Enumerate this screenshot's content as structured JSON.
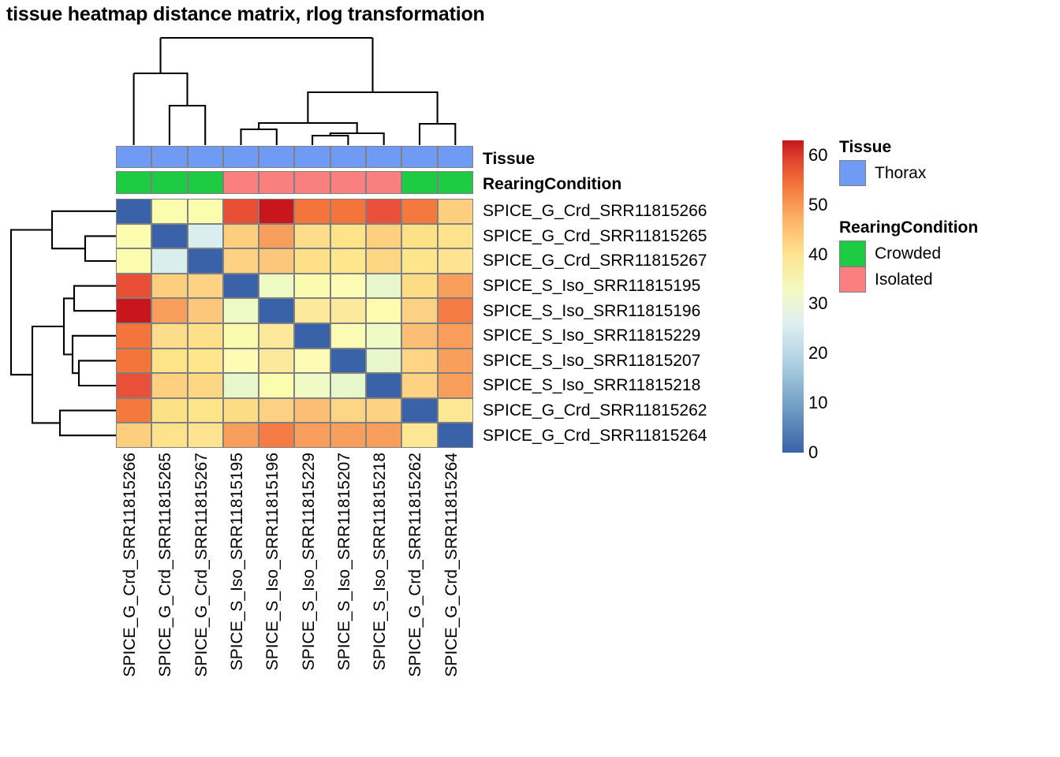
{
  "title": "tissue heatmap distance matrix, rlog transformation",
  "chart_data": {
    "type": "heatmap",
    "title": "tissue heatmap distance matrix, rlog transformation",
    "xlabel": "",
    "ylabel": "",
    "grid": false,
    "legend_position": "right",
    "colorbar": {
      "label": "",
      "min": 0,
      "max": 63,
      "ticks": [
        0,
        10,
        20,
        30,
        40,
        50,
        60
      ],
      "tick_labels": [
        "0",
        "10",
        "20",
        "30",
        "40",
        "50",
        "60"
      ],
      "colormap": "RdYlBu reversed",
      "stops": [
        {
          "value": 0,
          "color": "#3a62a8"
        },
        {
          "value": 9,
          "color": "#6f9dc4"
        },
        {
          "value": 18,
          "color": "#aed0e3"
        },
        {
          "value": 26,
          "color": "#dfeff0"
        },
        {
          "value": 33,
          "color": "#f3fac0"
        },
        {
          "value": 40,
          "color": "#fee390"
        },
        {
          "value": 47,
          "color": "#fdb366"
        },
        {
          "value": 54,
          "color": "#f4743b"
        },
        {
          "value": 60,
          "color": "#dc3b2b"
        },
        {
          "value": 63,
          "color": "#c4161c"
        }
      ]
    },
    "row_labels": [
      "SPICE_G_Crd_SRR11815266",
      "SPICE_G_Crd_SRR11815265",
      "SPICE_G_Crd_SRR11815267",
      "SPICE_S_Iso_SRR11815195",
      "SPICE_S_Iso_SRR11815196",
      "SPICE_S_Iso_SRR11815229",
      "SPICE_S_Iso_SRR11815207",
      "SPICE_S_Iso_SRR11815218",
      "SPICE_G_Crd_SRR11815262",
      "SPICE_G_Crd_SRR11815264"
    ],
    "col_labels": [
      "SPICE_G_Crd_SRR11815266",
      "SPICE_G_Crd_SRR11815265",
      "SPICE_G_Crd_SRR11815267",
      "SPICE_S_Iso_SRR11815195",
      "SPICE_S_Iso_SRR11815196",
      "SPICE_S_Iso_SRR11815229",
      "SPICE_S_Iso_SRR11815207",
      "SPICE_S_Iso_SRR11815218",
      "SPICE_G_Crd_SRR11815262",
      "SPICE_G_Crd_SRR11815264"
    ],
    "values": [
      [
        0,
        33,
        33,
        56,
        62,
        52,
        52,
        55,
        52,
        45
      ],
      [
        33,
        0,
        25,
        45,
        48,
        44,
        42,
        45,
        44,
        42
      ],
      [
        33,
        25,
        0,
        45,
        46,
        43,
        42,
        44,
        43,
        42
      ],
      [
        56,
        45,
        45,
        0,
        34,
        33,
        33,
        32,
        44,
        49
      ],
      [
        62,
        48,
        46,
        34,
        0,
        40,
        40,
        38,
        45,
        51
      ],
      [
        52,
        44,
        43,
        33,
        40,
        0,
        35,
        34,
        47,
        49
      ],
      [
        52,
        42,
        42,
        33,
        40,
        35,
        0,
        32,
        44,
        48
      ],
      [
        55,
        45,
        44,
        32,
        38,
        34,
        32,
        0,
        45,
        49
      ],
      [
        52,
        44,
        43,
        44,
        45,
        47,
        44,
        45,
        0,
        41
      ],
      [
        45,
        42,
        42,
        49,
        51,
        49,
        48,
        49,
        41,
        0
      ]
    ],
    "cell_colors": [
      [
        "#3a62a8",
        "#fcfcae",
        "#fcfcae",
        "#e84f35",
        "#c8161c",
        "#f5743c",
        "#f4743b",
        "#e8503a",
        "#f4793f",
        "#fcce7d"
      ],
      [
        "#fcfcae",
        "#3a62a8",
        "#daeeee",
        "#fcce7e",
        "#f89e5c",
        "#fddd8b",
        "#fde489",
        "#fcd07e",
        "#fde187",
        "#fee28c"
      ],
      [
        "#fcfcae",
        "#daeeee",
        "#3a62a8",
        "#fdd383",
        "#fcc77a",
        "#fde088",
        "#fde68c",
        "#fcd683",
        "#fde58b",
        "#fee490"
      ],
      [
        "#e84f35",
        "#fcce7e",
        "#fdd383",
        "#3a62a8",
        "#eefac3",
        "#fbfbb0",
        "#fcfcb4",
        "#e7f7cb",
        "#fddc86",
        "#f89e5d"
      ],
      [
        "#c8161c",
        "#f89e5c",
        "#fcc77a",
        "#eefac3",
        "#3a62a8",
        "#fce99b",
        "#fce99b",
        "#fcfcae",
        "#fdd183",
        "#f57d45"
      ],
      [
        "#f5743c",
        "#fddd8b",
        "#fde088",
        "#fbfbb0",
        "#fce99b",
        "#3a62a8",
        "#fbfbb5",
        "#effac5",
        "#fcbd74",
        "#f89d5b"
      ],
      [
        "#f4743b",
        "#fde489",
        "#fde68c",
        "#fcfcb4",
        "#fce99b",
        "#fbfbb5",
        "#3a62a8",
        "#e7f7cb",
        "#fdd584",
        "#f99f5e"
      ],
      [
        "#e8503a",
        "#fcd07e",
        "#fcd683",
        "#e7f7cb",
        "#fcfcae",
        "#effac5",
        "#e7f7cb",
        "#3a62a8",
        "#fdd383",
        "#f89e5c"
      ],
      [
        "#f4793f",
        "#fde187",
        "#fde58b",
        "#fddc86",
        "#fdd183",
        "#fcbd74",
        "#fdd584",
        "#fdd383",
        "#3a62a8",
        "#fce795"
      ],
      [
        "#fcce7d",
        "#fee28c",
        "#fee490",
        "#f89e5d",
        "#f57d45",
        "#f89d5b",
        "#f99f5e",
        "#f89e5c",
        "#fce795",
        "#3a62a8"
      ]
    ],
    "annotations": {
      "tissue": {
        "title": "Tissue",
        "values": [
          "Thorax",
          "Thorax",
          "Thorax",
          "Thorax",
          "Thorax",
          "Thorax",
          "Thorax",
          "Thorax",
          "Thorax",
          "Thorax"
        ],
        "colors": [
          "#709bf5",
          "#709bf5",
          "#709bf5",
          "#709bf5",
          "#709bf5",
          "#709bf5",
          "#709bf5",
          "#709bf5",
          "#709bf5",
          "#709bf5"
        ]
      },
      "rearing_condition": {
        "title": "RearingCondition",
        "values": [
          "Crowded",
          "Crowded",
          "Crowded",
          "Isolated",
          "Isolated",
          "Isolated",
          "Isolated",
          "Isolated",
          "Crowded",
          "Crowded"
        ],
        "colors": [
          "#1ecc44",
          "#1ecc44",
          "#1ecc44",
          "#fa8080",
          "#fa8080",
          "#fa8080",
          "#fa8080",
          "#fa8080",
          "#1ecc44",
          "#1ecc44"
        ]
      }
    },
    "row_dendrogram": {
      "orientation": "left",
      "leaf_order": [
        0,
        1,
        2,
        3,
        4,
        5,
        6,
        7,
        8,
        9
      ]
    },
    "column_dendrogram": {
      "orientation": "top",
      "leaf_order": [
        0,
        1,
        2,
        3,
        4,
        5,
        6,
        7,
        8,
        9
      ]
    }
  },
  "annotation_titles": {
    "tissue": "Tissue",
    "rearing": "RearingCondition"
  },
  "legends": [
    {
      "name": "tissue",
      "title": "Tissue",
      "items": [
        {
          "label": "Thorax",
          "color": "#709bf5"
        }
      ]
    },
    {
      "name": "rearing_condition",
      "title": "RearingCondition",
      "items": [
        {
          "label": "Crowded",
          "color": "#1ecc44"
        },
        {
          "label": "Isolated",
          "color": "#fa8080"
        }
      ]
    }
  ]
}
